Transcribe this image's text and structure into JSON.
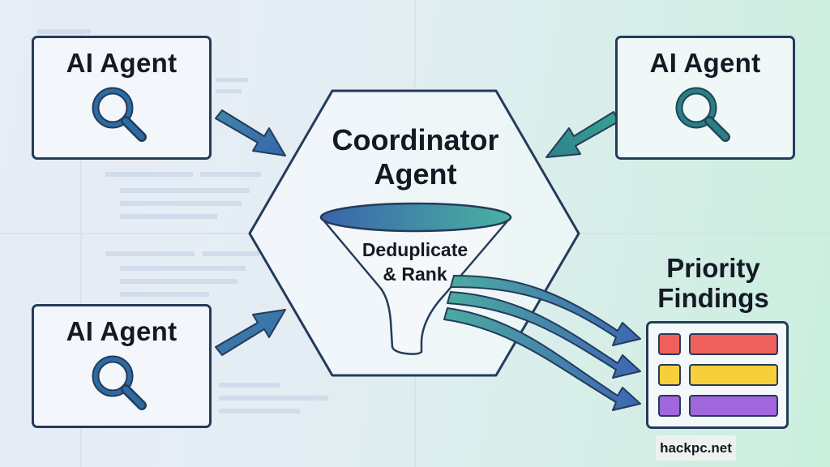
{
  "agents": [
    {
      "title": "AI Agent",
      "icon": "magnifier-icon",
      "color": "#1f5a8a"
    },
    {
      "title": "AI Agent",
      "icon": "magnifier-icon",
      "color": "#1f6e76"
    },
    {
      "title": "AI Agent",
      "icon": "magnifier-icon",
      "color": "#1f5a8a"
    }
  ],
  "coordinator": {
    "title_line1": "Coordinator",
    "title_line2": "Agent"
  },
  "funnel": {
    "line1": "Deduplicate",
    "line2": "& Rank"
  },
  "findings": {
    "title_line1": "Priority",
    "title_line2": "Findings",
    "rows": [
      {
        "color": "#f0605c"
      },
      {
        "color": "#f6d03a"
      },
      {
        "color": "#a066dc"
      }
    ]
  },
  "watermark": "hackpc.net"
}
